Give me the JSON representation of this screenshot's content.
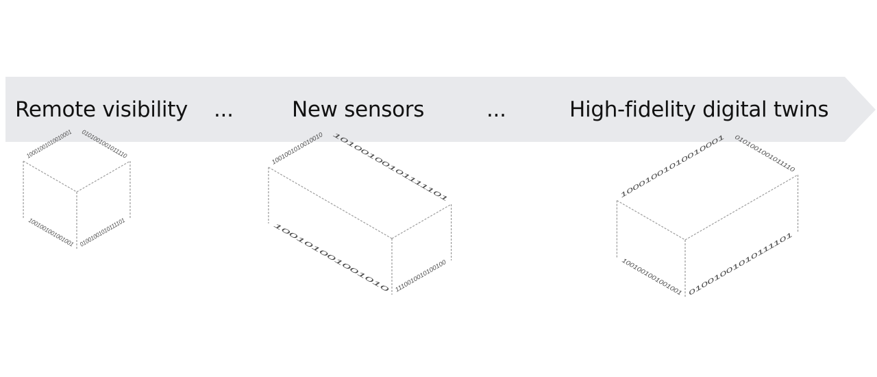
{
  "stages": [
    {
      "label": "Remote visibility"
    },
    {
      "label": "..."
    },
    {
      "label": "New sensors"
    },
    {
      "label": "..."
    },
    {
      "label": "High-fidelity digital twins"
    }
  ],
  "colors": {
    "arrow": "#e8e9ec",
    "text": "#111111",
    "binary": "#4a4a4a"
  },
  "binary_strings": [
    "10001001010010001",
    "0101001001011110",
    "1001001001001001",
    "01001001010111101",
    "1001001010010010",
    "10100100101111101",
    "100101001001010",
    "1110010010100100"
  ]
}
